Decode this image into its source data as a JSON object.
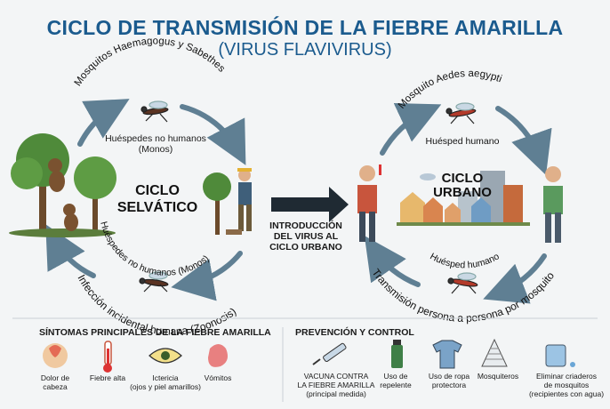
{
  "title": "CICLO DE TRANSMISIÓN DE LA FIEBRE AMARILLA",
  "subtitle": "(VIRUS FLAVIVIRUS)",
  "sylvatic": {
    "center_label": "CICLO\nSELVÁTICO",
    "mosquito_label": "Mosquitos Haemagogus y Sabethes",
    "inner_top": "Huéspedes no humanos\n(Monos)",
    "inner_bottom": "Huéspedes no humanos (Monos)",
    "outer_bottom": "Infección incidental humana (Zoonosis)"
  },
  "introduction_label": "INTRODUCCIÓN\nDEL VIRUS AL\nCICLO URBANO",
  "urban": {
    "center_label": "CICLO\nURBANO",
    "mosquito_label": "Mosquito Aedes aegypti",
    "inner_top": "Huésped humano",
    "inner_bottom": "Huésped humano",
    "outer_bottom": "Transmisión persona a persona por mosquito"
  },
  "symptoms": {
    "heading": "SÍNTOMAS PRINCIPALES DE LA FIEBRE AMARILLA",
    "items": [
      {
        "icon": "head-pain-icon",
        "label": "Dolor de\ncabeza"
      },
      {
        "icon": "thermometer-icon",
        "label": "Fiebre alta"
      },
      {
        "icon": "eye-icon",
        "label": "Ictericia\n(ojos y piel amarillos)"
      },
      {
        "icon": "stomach-icon",
        "label": "Vómitos"
      }
    ]
  },
  "prevention": {
    "heading": "PREVENCIÓN Y CONTROL",
    "items": [
      {
        "icon": "syringe-icon",
        "label": "VACUNA CONTRA\nLA FIEBRE AMARILLA\n(principal medida)"
      },
      {
        "icon": "repellent-icon",
        "label": "Uso de\nrepelente"
      },
      {
        "icon": "shirt-icon",
        "label": "Uso de ropa\nprotectora"
      },
      {
        "icon": "mosquito-net-icon",
        "label": "Mosquiteros"
      },
      {
        "icon": "water-container-icon",
        "label": "Eliminar criaderos\nde mosquitos\n(recipientes con agua)"
      }
    ]
  },
  "colors": {
    "title": "#1b5b8e",
    "arrow": "#5f7f93",
    "tree": "#4f8a3a",
    "fever_shirt": "#c8553d",
    "healthy_shirt": "#5a9a5e"
  }
}
